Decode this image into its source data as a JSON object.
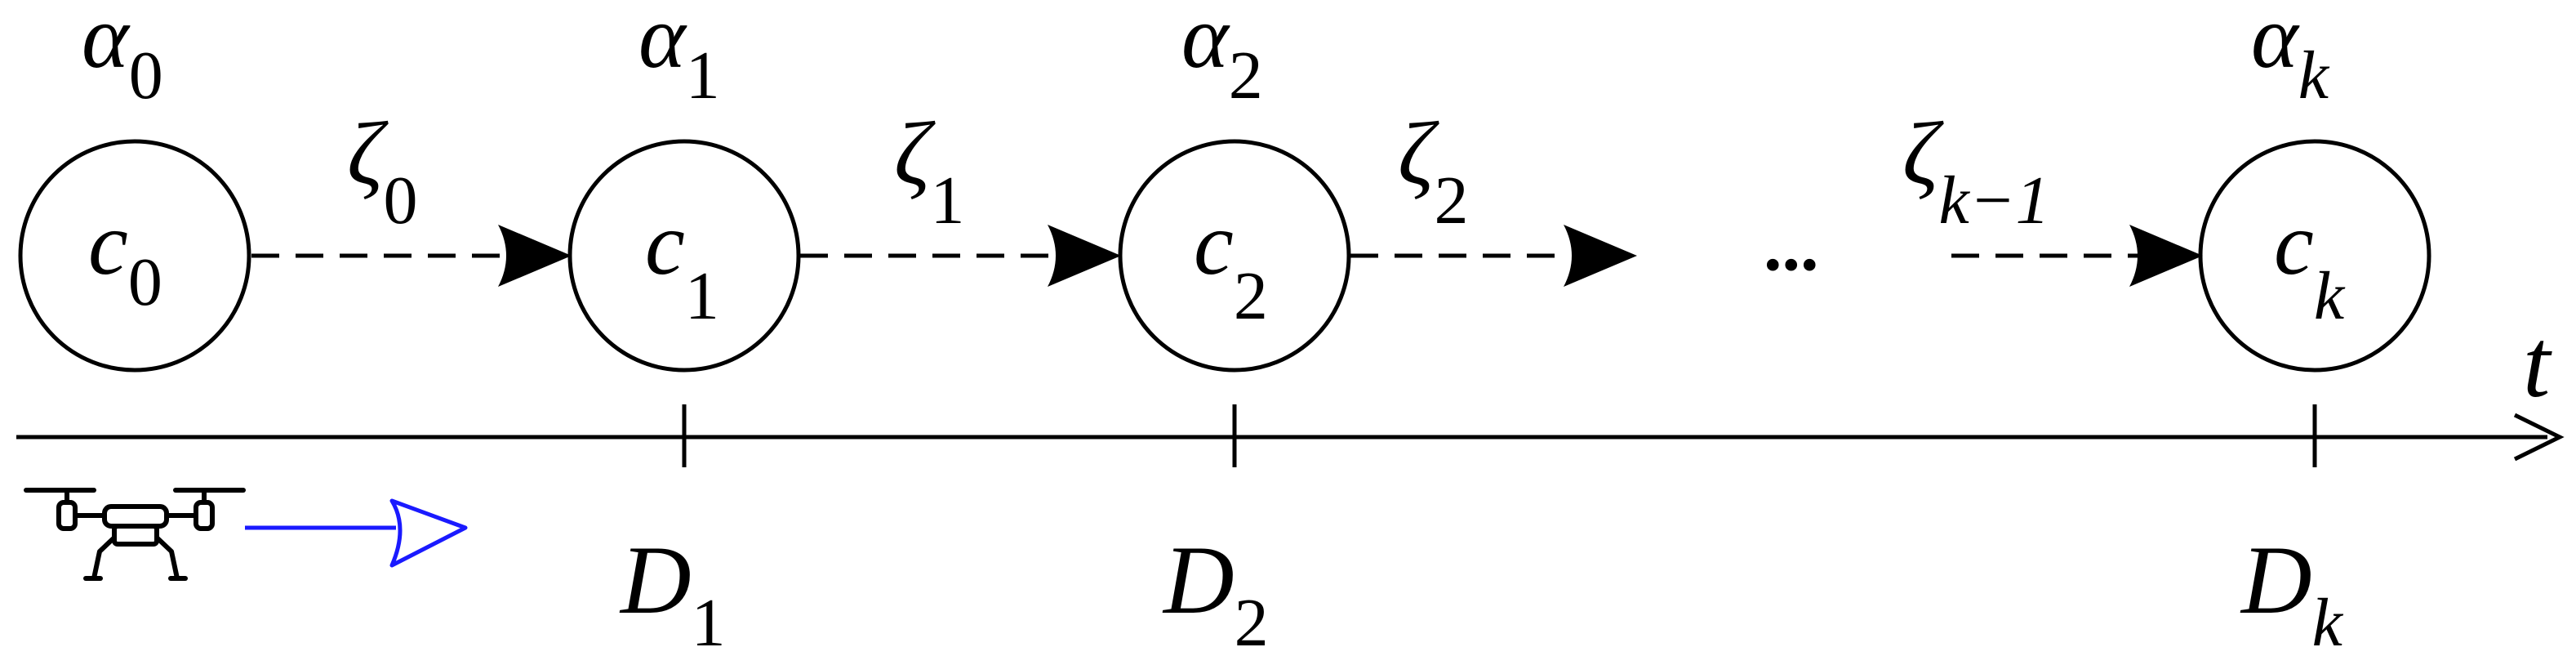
{
  "diagram": {
    "states": [
      {
        "alpha_main": "α",
        "alpha_sub": "0",
        "c_main": "c",
        "c_sub": "0"
      },
      {
        "alpha_main": "α",
        "alpha_sub": "1",
        "c_main": "c",
        "c_sub": "1"
      },
      {
        "alpha_main": "α",
        "alpha_sub": "2",
        "c_main": "c",
        "c_sub": "2"
      },
      {
        "alpha_main": "α",
        "alpha_sub": "k",
        "c_main": "c",
        "c_sub": "k"
      }
    ],
    "transitions": [
      {
        "main": "ζ",
        "sub": "0"
      },
      {
        "main": "ζ",
        "sub": "1"
      },
      {
        "main": "ζ",
        "sub": "2"
      },
      {
        "main": "ζ",
        "sub": "k−1"
      }
    ],
    "ellipsis": "...",
    "axis_label": "t",
    "ticks": [
      {
        "main": "D",
        "sub": "1"
      },
      {
        "main": "D",
        "sub": "2"
      },
      {
        "main": "D",
        "sub": "k"
      }
    ],
    "colors": {
      "ink": "#000000",
      "direction_arrow": "#1a1aff"
    },
    "icons": {
      "vehicle": "drone-icon",
      "direction": "direction-arrow-icon"
    }
  }
}
